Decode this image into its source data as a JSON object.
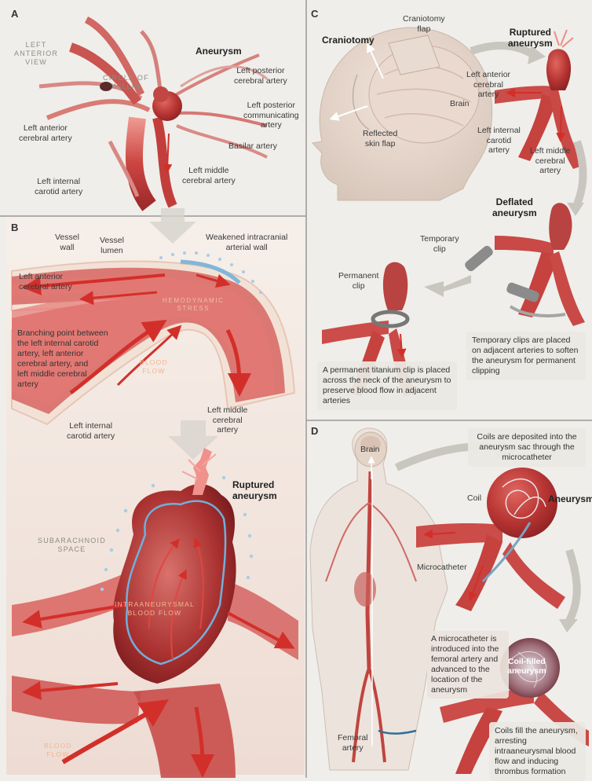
{
  "panels": {
    "a": {
      "letter": "A",
      "view": "LEFT\nANTERIOR\nVIEW",
      "circle": "CIRCLE OF\nWILLIS",
      "aneurysm": "Aneurysm",
      "lpca": "Left posterior\ncerebral artery",
      "lpcomm": "Left posterior\ncommunicating\nartery",
      "basilar": "Basilar artery",
      "lmca": "Left middle\ncerebral artery",
      "laca": "Left anterior\ncerebral artery",
      "lica": "Left internal\ncarotid artery"
    },
    "b": {
      "letter": "B",
      "vessel_wall": "Vessel\nwall",
      "vessel_lumen": "Vessel\nlumen",
      "weakened": "Weakened intracranial\narterial wall",
      "laca": "Left anterior\ncerebral artery",
      "stress": "HEMODYNAMIC\nSTRESS",
      "branching": "Branching point between\nthe left internal carotid\nartery, left anterior\ncerebral artery, and\nleft middle cerebral\nartery",
      "blood_flow": "BLOOD\nFLOW",
      "lica": "Left internal\ncarotid artery",
      "lmca": "Left middle\ncerebral\nartery",
      "ruptured": "Ruptured\naneurysm",
      "subarachnoid": "SUBARACHNOID\nSPACE",
      "intra": "INTRAANEURYSMAL\nBLOOD FLOW",
      "blood_flow2": "BLOOD\nFLOW"
    },
    "c": {
      "letter": "C",
      "craniotomy": "Craniotomy",
      "flap": "Craniotomy\nflap",
      "brain": "Brain",
      "reflected": "Reflected\nskin flap",
      "ruptured": "Ruptured\naneurysm",
      "laca": "Left anterior\ncerebral\nartery",
      "lica": "Left internal\ncarotid\nartery",
      "lmca": "Left middle\ncerebral\nartery",
      "deflated": "Deflated\naneurysm",
      "temp_clip": "Temporary\nclip",
      "perm_clip": "Permanent\nclip",
      "temp_note": "Temporary clips are placed on adjacent arteries to soften the aneurysm for permanent clipping",
      "perm_note": "A permanent titanium clip is placed across the neck of the aneurysm to preserve blood flow in adjacent arteries"
    },
    "d": {
      "letter": "D",
      "brain": "Brain",
      "coils_note": "Coils are deposited into the aneurysm sac through the microcatheter",
      "coil": "Coil",
      "aneurysm": "Aneurysm",
      "microcatheter": "Microcatheter",
      "micro_note": "A microcatheter is introduced into the femoral artery and advanced to the location of the aneurysm",
      "coil_filled": "Coil-filled\naneurysm",
      "fill_note": "Coils fill the aneurysm, arresting intraaneurysmal blood flow and inducing thrombus formation",
      "femoral": "Femoral\nartery"
    }
  },
  "colors": {
    "artery": "#c8413f",
    "artery_light": "#e98a85",
    "flow_arrow": "#d9302b",
    "background": "#efeeea",
    "panel_b": "#f0d8cf",
    "wall": "#6fa9cf"
  }
}
